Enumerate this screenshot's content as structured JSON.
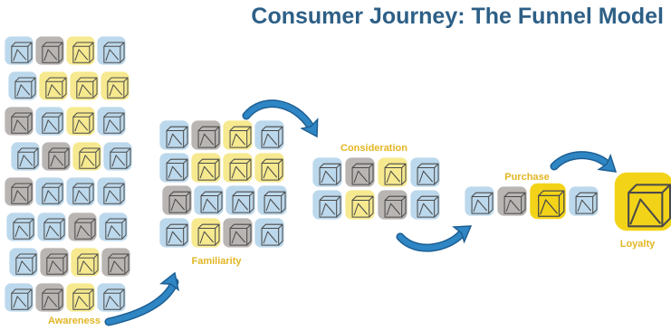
{
  "title": "Consumer Journey: The Funnel Model",
  "colors": {
    "blue": "#bcd8ec",
    "gray": "#b9b5b3",
    "yellow": "#f6e98f",
    "gold": "#f3d318",
    "label": "#e2b624",
    "title": "#2d5f86",
    "arrow": "#2f86c4",
    "arrow_dark": "#1d5f93",
    "cube_line": "#4a4a4a"
  },
  "stages": [
    {
      "label": "Awareness",
      "rows": [
        [
          "blue",
          "gray",
          "yellow",
          "blue"
        ],
        [
          "blue",
          "yellow",
          "yellow",
          "yellow"
        ],
        [
          "gray",
          "blue",
          "yellow",
          "blue"
        ],
        [
          "blue",
          "gray",
          "yellow",
          "blue"
        ],
        [
          "gray",
          "blue",
          "blue",
          "blue"
        ],
        [
          "blue",
          "blue",
          "gray",
          "blue"
        ],
        [
          "blue",
          "gray",
          "yellow",
          "gray"
        ],
        [
          "blue",
          "gray",
          "yellow",
          "blue"
        ]
      ]
    },
    {
      "label": "Familiarity",
      "rows": [
        [
          "blue",
          "gray",
          "yellow",
          "blue"
        ],
        [
          "blue",
          "yellow",
          "yellow",
          "yellow"
        ],
        [
          "gray",
          "blue",
          "blue",
          "blue"
        ],
        [
          "blue",
          "yellow",
          "gray",
          "blue"
        ]
      ]
    },
    {
      "label": "Consideration",
      "rows": [
        [
          "blue",
          "gray",
          "yellow",
          "blue"
        ],
        [
          "blue",
          "yellow",
          "gray",
          "blue"
        ]
      ]
    },
    {
      "label": "Purchase",
      "rows": [
        [
          "blue",
          "gray",
          "gold",
          "blue"
        ]
      ]
    },
    {
      "label": "Loyalty",
      "rows": [
        [
          "gold"
        ]
      ]
    }
  ]
}
